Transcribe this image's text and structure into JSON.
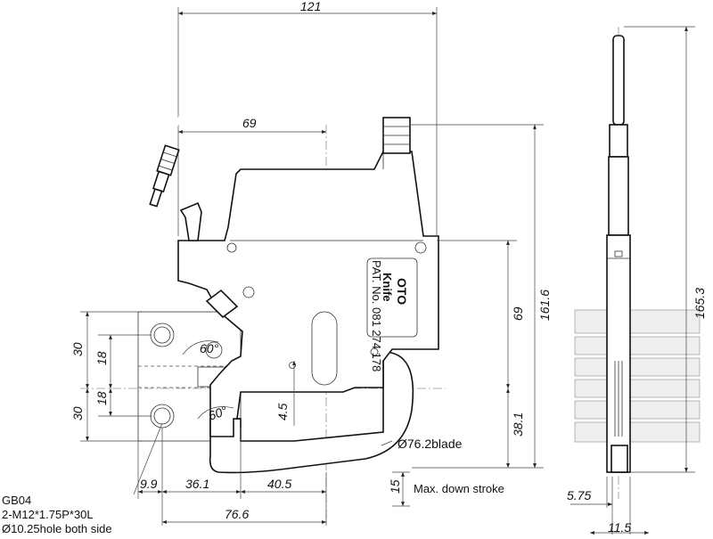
{
  "dimensions": {
    "top_width": "121",
    "mid_width": "69",
    "height_left_view": "161.6",
    "height_side_view": "165.3",
    "inner_height": "69",
    "lower_height": "38.1",
    "small_gap": "4.5",
    "blade": "Ø76.2blade",
    "angle_upper": "60°",
    "angle_lower": "60°",
    "left_30_top": "30",
    "left_30_bottom": "30",
    "left_18_top": "18",
    "left_18_bottom": "18",
    "bottom_9_9": "9.9",
    "bottom_36_1": "36.1",
    "bottom_40_5": "40.5",
    "bottom_76_6": "76.6",
    "stroke_15": "15",
    "side_5_75": "5.75",
    "side_11_5": "11.5"
  },
  "notes": {
    "stroke_note": "Max. down stroke",
    "spec_line1": "GB04",
    "spec_line2": "2-M12*1.75P*30L",
    "spec_line3": "Ø10.25hole both  side"
  },
  "nameplate": {
    "brand": "OTO",
    "product": "Knife",
    "patent": "PAT. No. 081 274 178"
  }
}
